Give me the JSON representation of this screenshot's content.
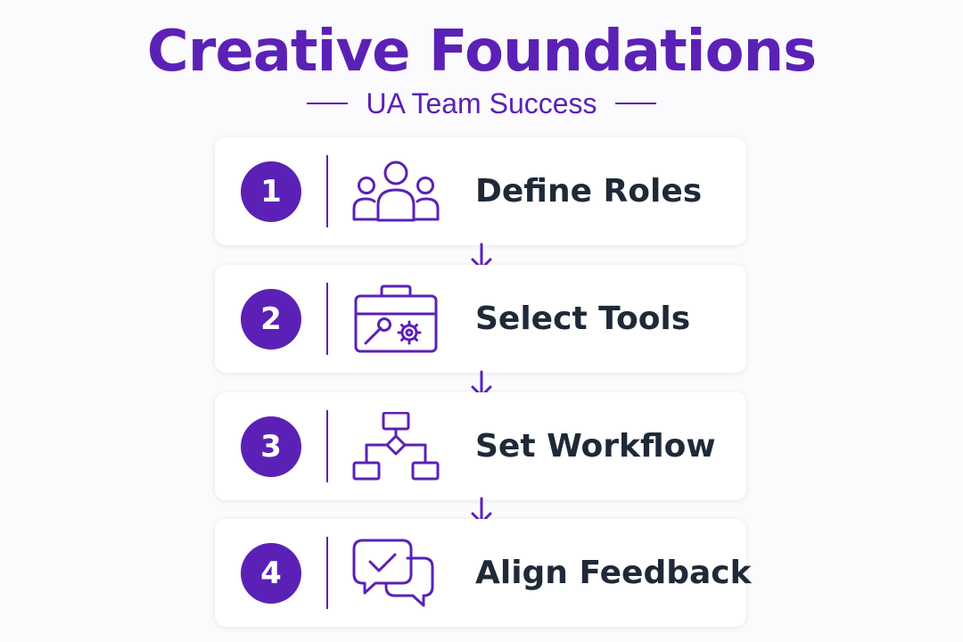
{
  "title": "Creative Foundations",
  "subtitle": "UA Team Success",
  "steps": [
    {
      "number": "1",
      "label": "Define Roles",
      "icon": "team-icon"
    },
    {
      "number": "2",
      "label": "Select Tools",
      "icon": "toolbox-icon"
    },
    {
      "number": "3",
      "label": "Set Workflow",
      "icon": "flowchart-icon"
    },
    {
      "number": "4",
      "label": "Align Feedback",
      "icon": "chat-check-icon"
    }
  ],
  "colors": {
    "accent": "#5b21b6",
    "text": "#1f2937",
    "background": "#fbfbfd",
    "card": "#ffffff"
  }
}
